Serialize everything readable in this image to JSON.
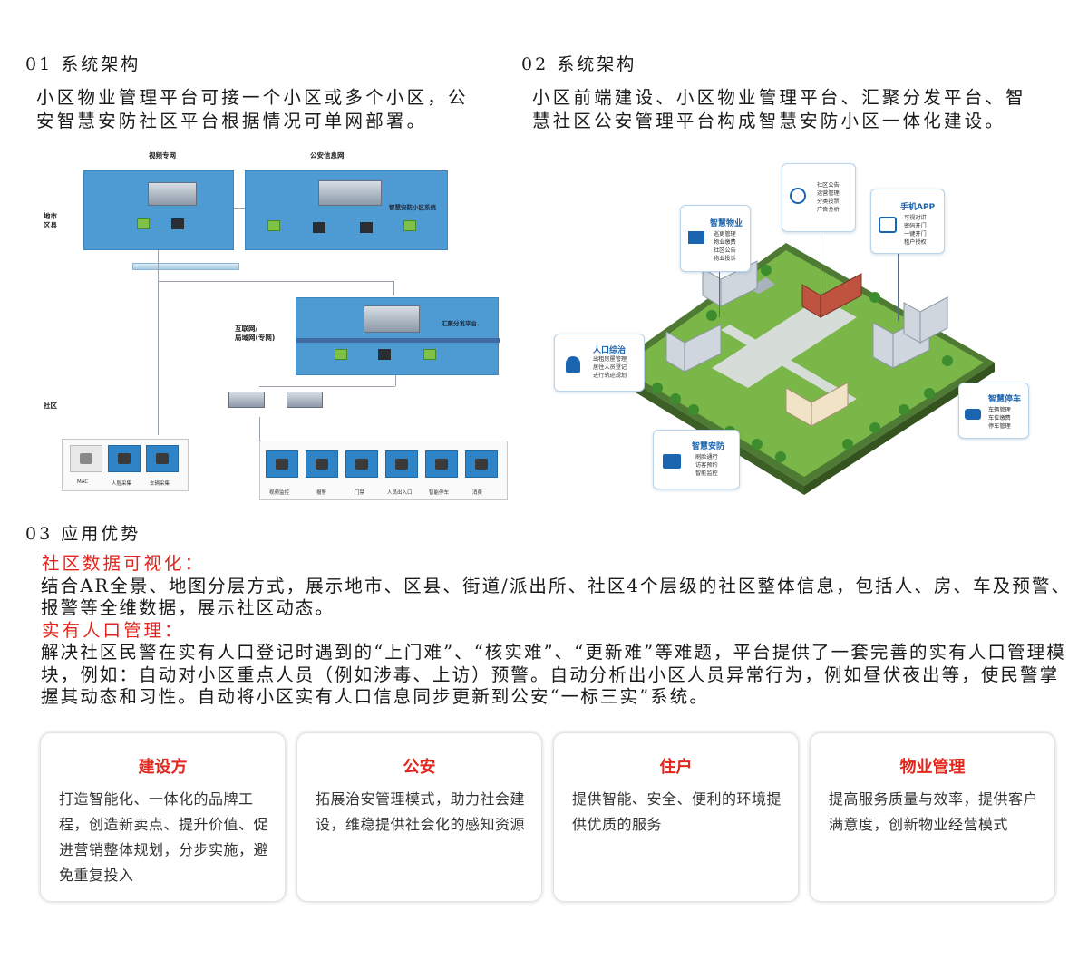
{
  "sec1": {
    "title": "01 系统架构",
    "desc_line1": "小区物业管理平台可接一个小区或多个小区，公",
    "desc_line2": "安智慧安防社区平台根据情况可单网部署。"
  },
  "sec2": {
    "title": "02 系统架构",
    "desc_line1": "小区前端建设、小区物业管理平台、汇聚分发平台、智",
    "desc_line2": "慧社区公安管理平台构成智慧安防小区一体化建设。"
  },
  "diagram1": {
    "video_net": "视频专网",
    "police_net": "公安信息网",
    "city_county": "地市\n区县",
    "system_title": "智慧安防小区系统",
    "dist_platform": "汇聚分发平台",
    "internet": "互联网/\n局域网(专网)",
    "community": "社区",
    "bottom_left_labels": [
      "MAC",
      "人脸采集",
      "车辆采集"
    ],
    "bottom_right_labels": [
      "视频监控",
      "报警",
      "门禁",
      "人员出入口",
      "智能停车",
      "消费"
    ]
  },
  "diagram2": {
    "cards": [
      {
        "title": "智慧物业",
        "lines": [
          "巡更管理",
          "物业缴费",
          "社区公告",
          "物业投诉"
        ],
        "icon": "building-icon"
      },
      {
        "title": "",
        "lines": [
          "社区公告",
          "运营管理",
          "分类投票",
          "广告分析"
        ],
        "icon": "home-pin-icon"
      },
      {
        "title": "手机APP",
        "lines": [
          "可视对讲",
          "密码开门",
          "一键开门",
          "租户授权"
        ],
        "icon": "phone-home-icon"
      },
      {
        "title": "人口综治",
        "lines": [
          "出租房屋管理",
          "居住人员登记",
          "进行轨迹规划"
        ],
        "icon": "person-icon"
      },
      {
        "title": "智慧停车",
        "lines": [
          "车辆管理",
          "车位缴费",
          "停车管理"
        ],
        "icon": "car-icon"
      },
      {
        "title": "智慧安防",
        "lines": [
          "刷脸通行",
          "访客预约",
          "智能监控"
        ],
        "icon": "id-card-icon"
      }
    ]
  },
  "sec3": {
    "title": "03 应用优势",
    "h1": "社区数据可视化：",
    "p1": "结合AR全景、地图分层方式，展示地市、区县、街道/派出所、社区4个层级的社区整体信息，包括人、房、车及预警、报警等全维数据，展示社区动态。",
    "h2": "实有人口管理：",
    "p2": "解决社区民警在实有人口登记时遇到的“上门难”、“核实难”、“更新难”等难题，平台提供了一套完善的实有人口管理模块，例如：自动对小区重点人员（例如涉毒、上访）预警。自动分析出小区人员异常行为，例如昼伏夜出等，使民警掌握其动态和习性。自动将小区实有人口信息同步更新到公安“一标三实”系统。"
  },
  "cards": [
    {
      "title": "建设方",
      "body": "打造智能化、一体化的品牌工程，创造新卖点、提升价值、促进营销整体规划，分步实施，避免重复投入"
    },
    {
      "title": "公安",
      "body": "拓展治安管理模式，助力社会建设，维稳提供社会化的感知资源"
    },
    {
      "title": "住户",
      "body": "提供智能、安全、便利的环境提供优质的服务"
    },
    {
      "title": "物业管理",
      "body": "提高服务质量与效率，提供客户满意度，创新物业经营模式"
    }
  ],
  "colors": {
    "accent_red": "#e2261d",
    "diagram_blue": "#4e9bd3",
    "card_blue": "#1a64b0"
  }
}
